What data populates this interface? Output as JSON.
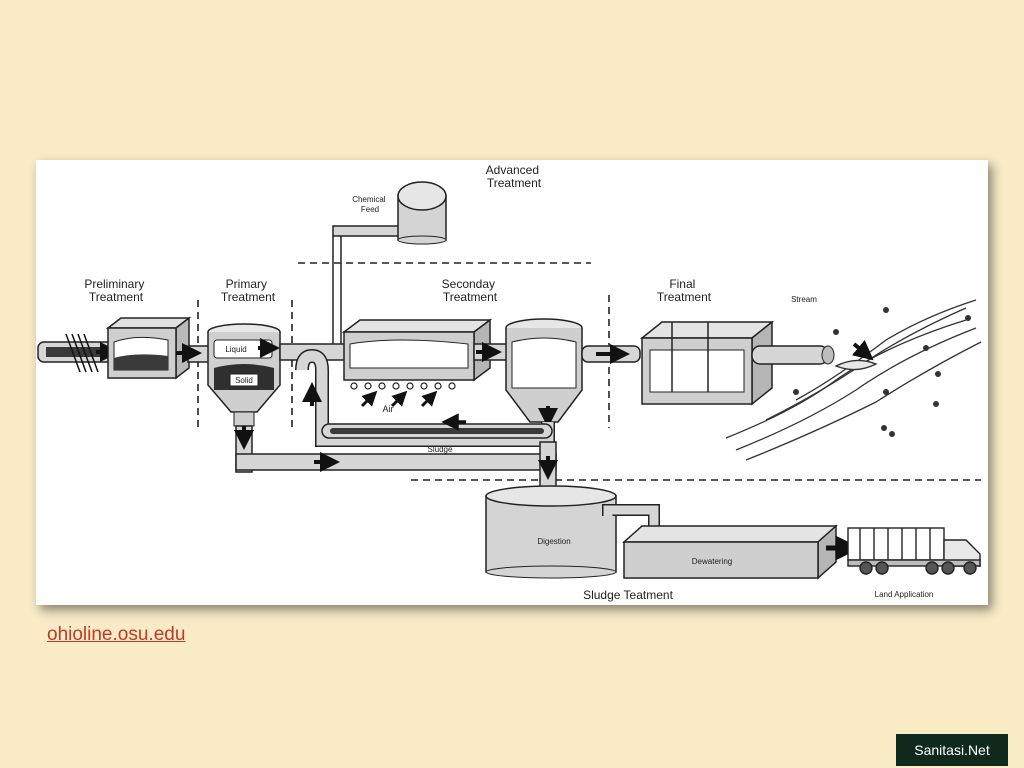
{
  "diagram": {
    "labels": {
      "advanced_treatment": [
        "Advanced",
        "Treatment"
      ],
      "chemical_feed": [
        "Chemical",
        "Feed"
      ],
      "preliminary_treatment": [
        "Preliminary",
        "Treatment"
      ],
      "primary_treatment": [
        "Primary",
        "Treatment"
      ],
      "secondary_treatment": [
        "Seconday",
        "Treatment"
      ],
      "final_treatment": [
        "Final",
        "Treatment"
      ],
      "stream": "Stream",
      "liquid": "Liquid",
      "solid": "Solid",
      "air": "Air",
      "sludge": "Sludge",
      "digestion": "Digestion",
      "dewatering": "Dewatering",
      "sludge_treatment": "Sludge Teatment",
      "land_application": "Land Application"
    }
  },
  "source_link": "ohioline.osu.edu",
  "brand_badge": "Sanitasi.Net",
  "colors": {
    "background": "#f8ebc6",
    "card": "#ffffff",
    "link": "#c0392b",
    "badge": "#0f2a1c"
  }
}
